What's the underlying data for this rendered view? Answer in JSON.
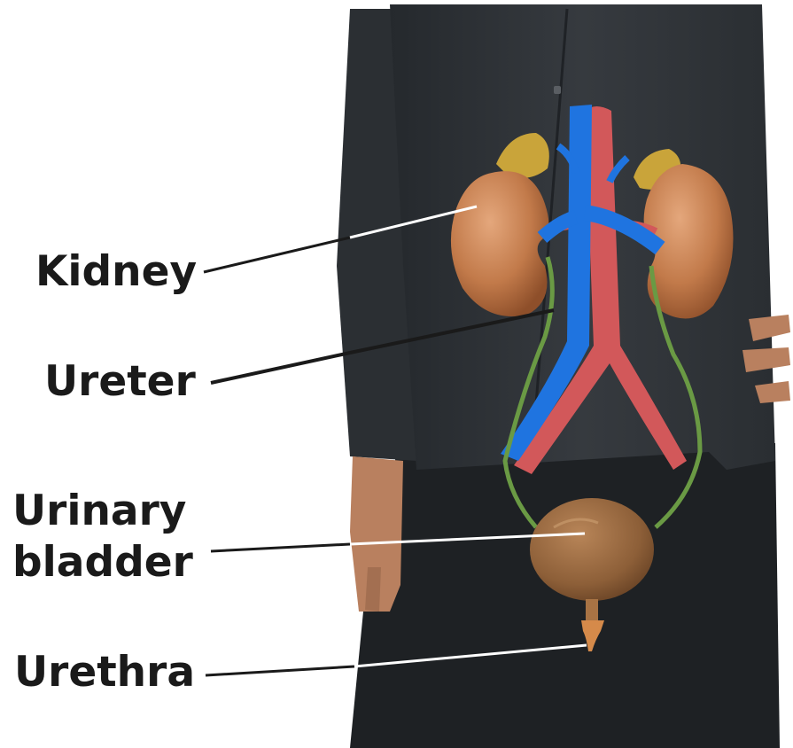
{
  "labels": {
    "kidney": "Kidney",
    "ureter": "Ureter",
    "urinary_bladder_line1": "Urinary",
    "urinary_bladder_line2": "bladder",
    "urethra": "Urethra"
  },
  "colors": {
    "background": "#ffffff",
    "shirt": "#2e3236",
    "trousers": "#1e2124",
    "skin": "#b9805f",
    "kidney": "#c27a4a",
    "adrenal_gland": "#c9a43a",
    "vein": "#1f74e0",
    "artery": "#d2585a",
    "ureter": "#6a9a44",
    "bladder": "#96683f",
    "urethra": "#d58a4a",
    "leader_line_on_white": "#1a1a1a",
    "leader_line_on_figure": "#ffffff"
  }
}
